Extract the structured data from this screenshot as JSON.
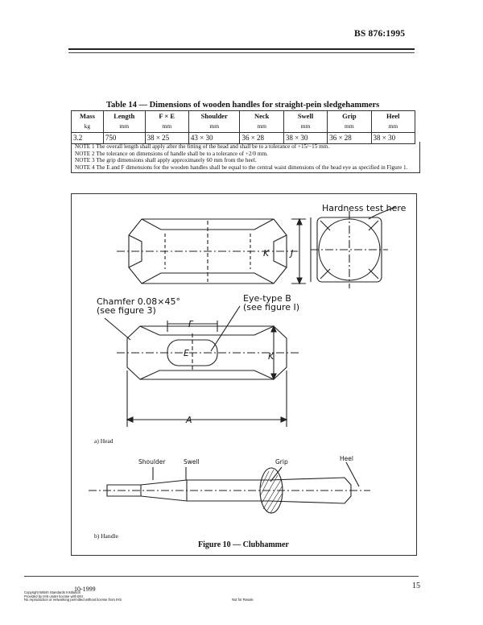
{
  "header": {
    "code": "BS 876:1995"
  },
  "table": {
    "title": "Table 14 — Dimensions of wooden handles for straight-pein sledgehammers",
    "columns": [
      {
        "name": "Mass",
        "unit": "kg"
      },
      {
        "name": "Length",
        "unit": "mm"
      },
      {
        "name": "F × E",
        "unit": "mm"
      },
      {
        "name": "Shoulder",
        "unit": "mm"
      },
      {
        "name": "Neck",
        "unit": "mm"
      },
      {
        "name": "Swell",
        "unit": "mm"
      },
      {
        "name": "Grip",
        "unit": "mm"
      },
      {
        "name": "Heel",
        "unit": "mm"
      }
    ],
    "rows": [
      [
        "3.2",
        "750",
        "38 × 25",
        "43 × 30",
        "36 × 28",
        "38 × 30",
        "36 × 28",
        "38 × 30"
      ]
    ],
    "notes": [
      "NOTE 1  The overall length shall apply after the fitting of the head and shall be to a tolerance of +15/−15 mm.",
      "NOTE 2  The tolerance on dimensions of handle shall be to a tolerance of +2/0 mm.",
      "NOTE 3  The grip dimensions shall apply approximately 60 mm from the heel.",
      "NOTE 4  The E and F dimensions for the wooden handles shall be equal to the central waist dimensions of the head eye as specified in Figure 1."
    ]
  },
  "figure": {
    "caption": "Figure 10 — Clubhammer",
    "hardness": "Hardness test here",
    "chamfer_1": "Chamfer 0.08×45°",
    "chamfer_2": "(see figure 3)",
    "eye_1": "Eye-type B",
    "eye_2": "(see figure I)",
    "dim_k": "K",
    "dim_j": "J",
    "dim_f": "F",
    "dim_e": "E",
    "dim_a": "A",
    "sub_a": "a) Head",
    "sub_b": "b) Handle",
    "lbl_shoulder": "Shoulder",
    "lbl_swell": "Swell",
    "lbl_grip": "Grip",
    "lbl_heel": "Heel"
  },
  "footer": {
    "page": "15",
    "ref": "10-1999",
    "line1": "Copyright British Standards Institution",
    "line2": "Provided by IHS under license with BSI",
    "line3": "No reproduction or networking permitted without license from IHS",
    "nfr": "Not for Resale"
  }
}
